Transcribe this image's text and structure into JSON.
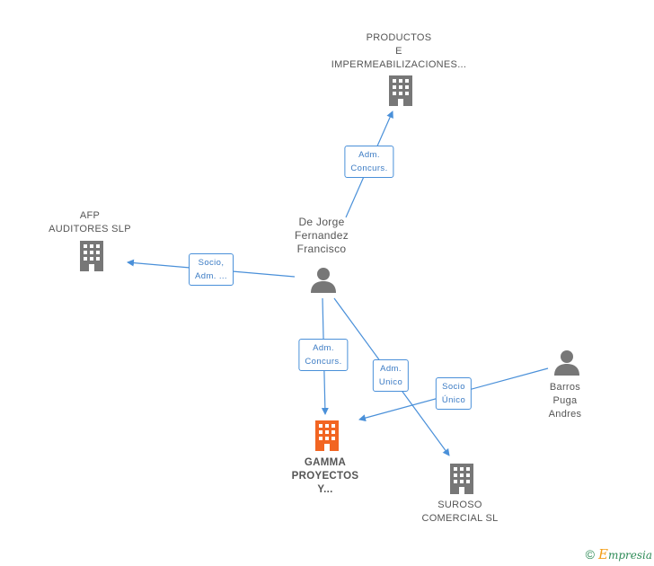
{
  "nodes": {
    "productos": {
      "lines": [
        "PRODUCTOS",
        "E",
        "IMPERMEABILIZACIONES..."
      ],
      "icon": "building-icon",
      "color": "#777777"
    },
    "afp": {
      "lines": [
        "AFP",
        "AUDITORES SLP"
      ],
      "icon": "building-icon",
      "color": "#777777"
    },
    "dejorge": {
      "lines": [
        "De Jorge",
        "Fernandez",
        "Francisco"
      ],
      "icon": "person-icon",
      "color": "#777777"
    },
    "gamma": {
      "lines": [
        "GAMMA",
        "PROYECTOS",
        "Y..."
      ],
      "icon": "building-icon",
      "color": "#f26522"
    },
    "suroso": {
      "lines": [
        "SUROSO",
        "COMERCIAL SL"
      ],
      "icon": "building-icon",
      "color": "#777777"
    },
    "barros": {
      "lines": [
        "Barros",
        "Puga",
        "Andres"
      ],
      "icon": "person-icon",
      "color": "#777777"
    }
  },
  "edges": {
    "dejorge_productos": {
      "lines": [
        "Adm.",
        "Concurs."
      ]
    },
    "dejorge_afp": {
      "lines": [
        "Socio,",
        "Adm. ..."
      ]
    },
    "dejorge_gamma": {
      "lines": [
        "Adm.",
        "Concurs."
      ]
    },
    "dejorge_suroso": {
      "lines": [
        "Adm.",
        "Unico"
      ]
    },
    "barros_gamma": {
      "lines": [
        "Socio",
        "Único"
      ]
    }
  },
  "colors": {
    "edge": "#4a90d9",
    "highlight": "#f26522",
    "neutral": "#777777"
  },
  "footer": {
    "copyright": "©",
    "brand_first": "E",
    "brand_rest": "mpresia"
  }
}
